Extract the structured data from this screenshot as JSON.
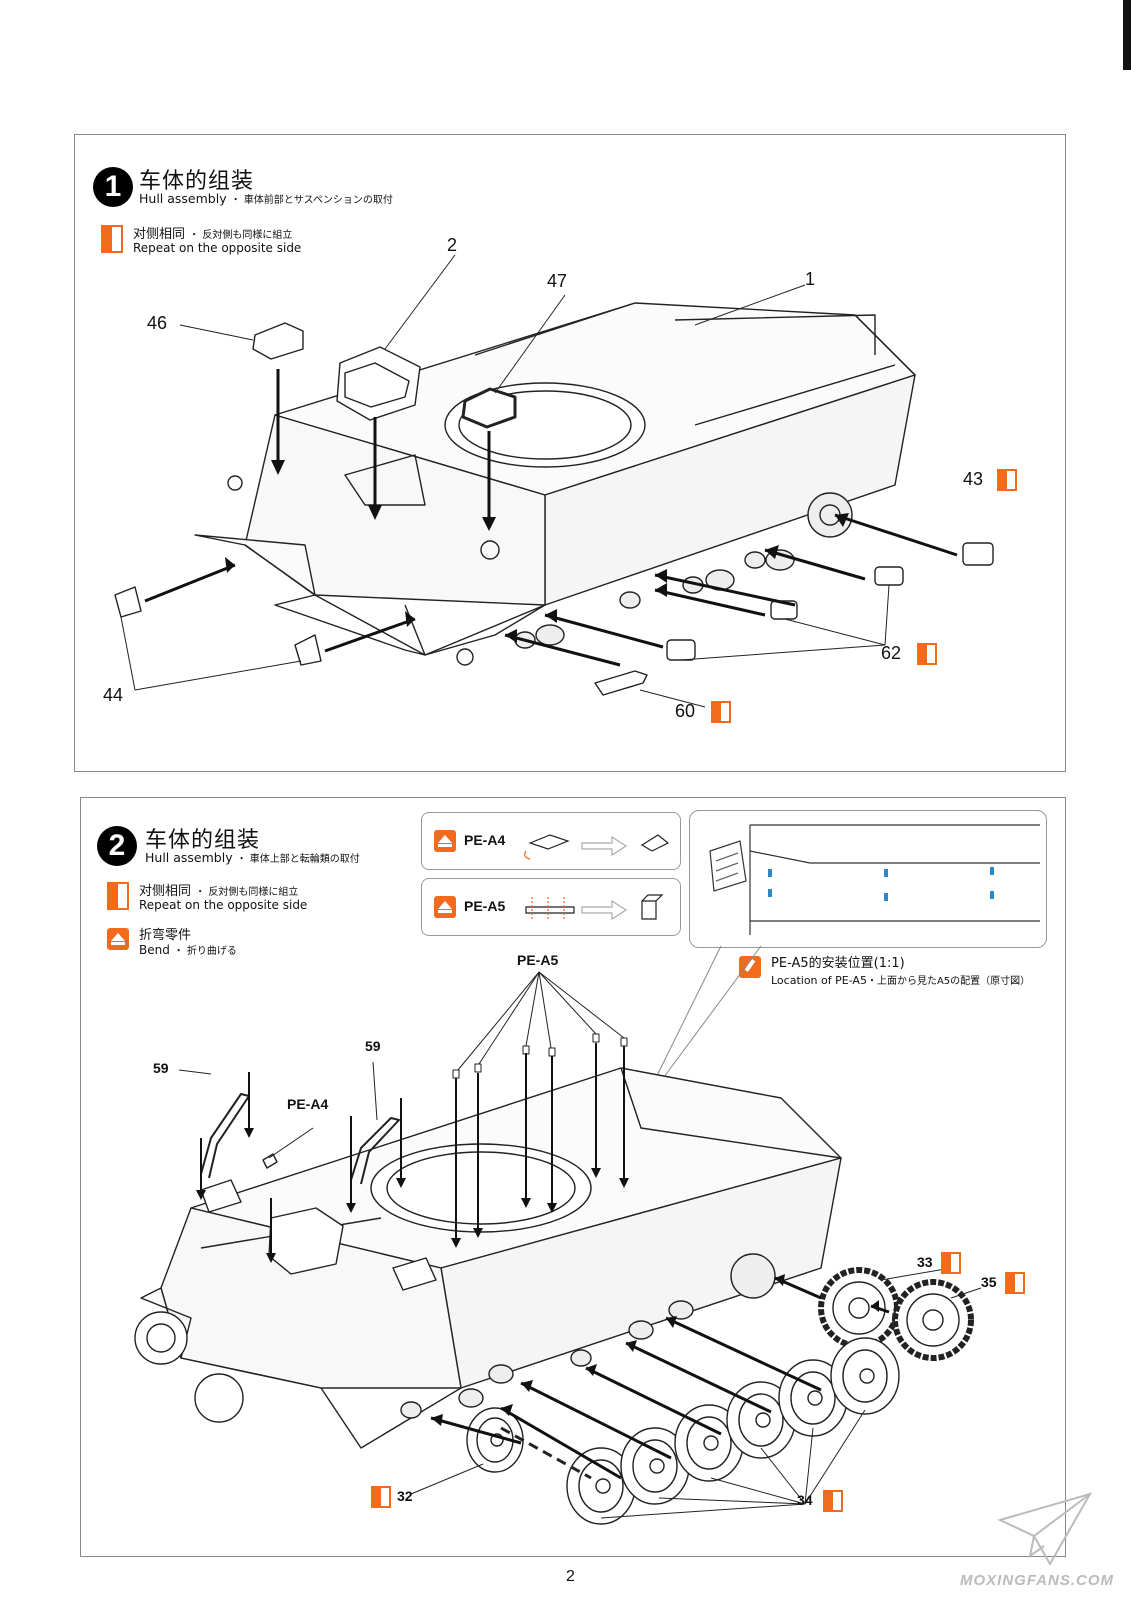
{
  "step1": {
    "number": "1",
    "title_cn": "车体的组装",
    "title_en": "Hull assembly",
    "title_jp": "・ 車体前部とサスペンションの取付",
    "note_cn": "对侧相同",
    "note_jp": "・ 反対側も同様に組立",
    "note_en": "Repeat on the opposite side",
    "parts": {
      "p1": "1",
      "p2": "2",
      "p43": "43",
      "p44": "44",
      "p46": "46",
      "p47": "47",
      "p60": "60",
      "p62": "62"
    }
  },
  "step2": {
    "number": "2",
    "title_cn": "车体的组装",
    "title_en": "Hull assembly",
    "title_jp": "・ 車体上部と転輪類の取付",
    "note_cn": "对侧相同",
    "note_jp": "・ 反対側も同様に組立",
    "note_en": "Repeat on the opposite side",
    "bend_cn": "折弯零件",
    "bend_en": "Bend",
    "bend_jp": "・ 折り曲げる",
    "pe_a4": "PE-A4",
    "pe_a5": "PE-A5",
    "location_cn": "PE-A5的安装位置(1:1)",
    "location_en": "Location of PE-A5",
    "location_jp": "・上面から見たA5の配置（原寸図）",
    "parts": {
      "p59a": "59",
      "p59b": "59",
      "pea4": "PE-A4",
      "pea5": "PE-A5",
      "p32": "32",
      "p33": "33",
      "p34": "34",
      "p35": "35"
    }
  },
  "page_number": "2",
  "watermark": "MOXINGFANS.COM",
  "colors": {
    "accent": "#f26b1d",
    "line": "#222222",
    "frame": "#888888"
  }
}
